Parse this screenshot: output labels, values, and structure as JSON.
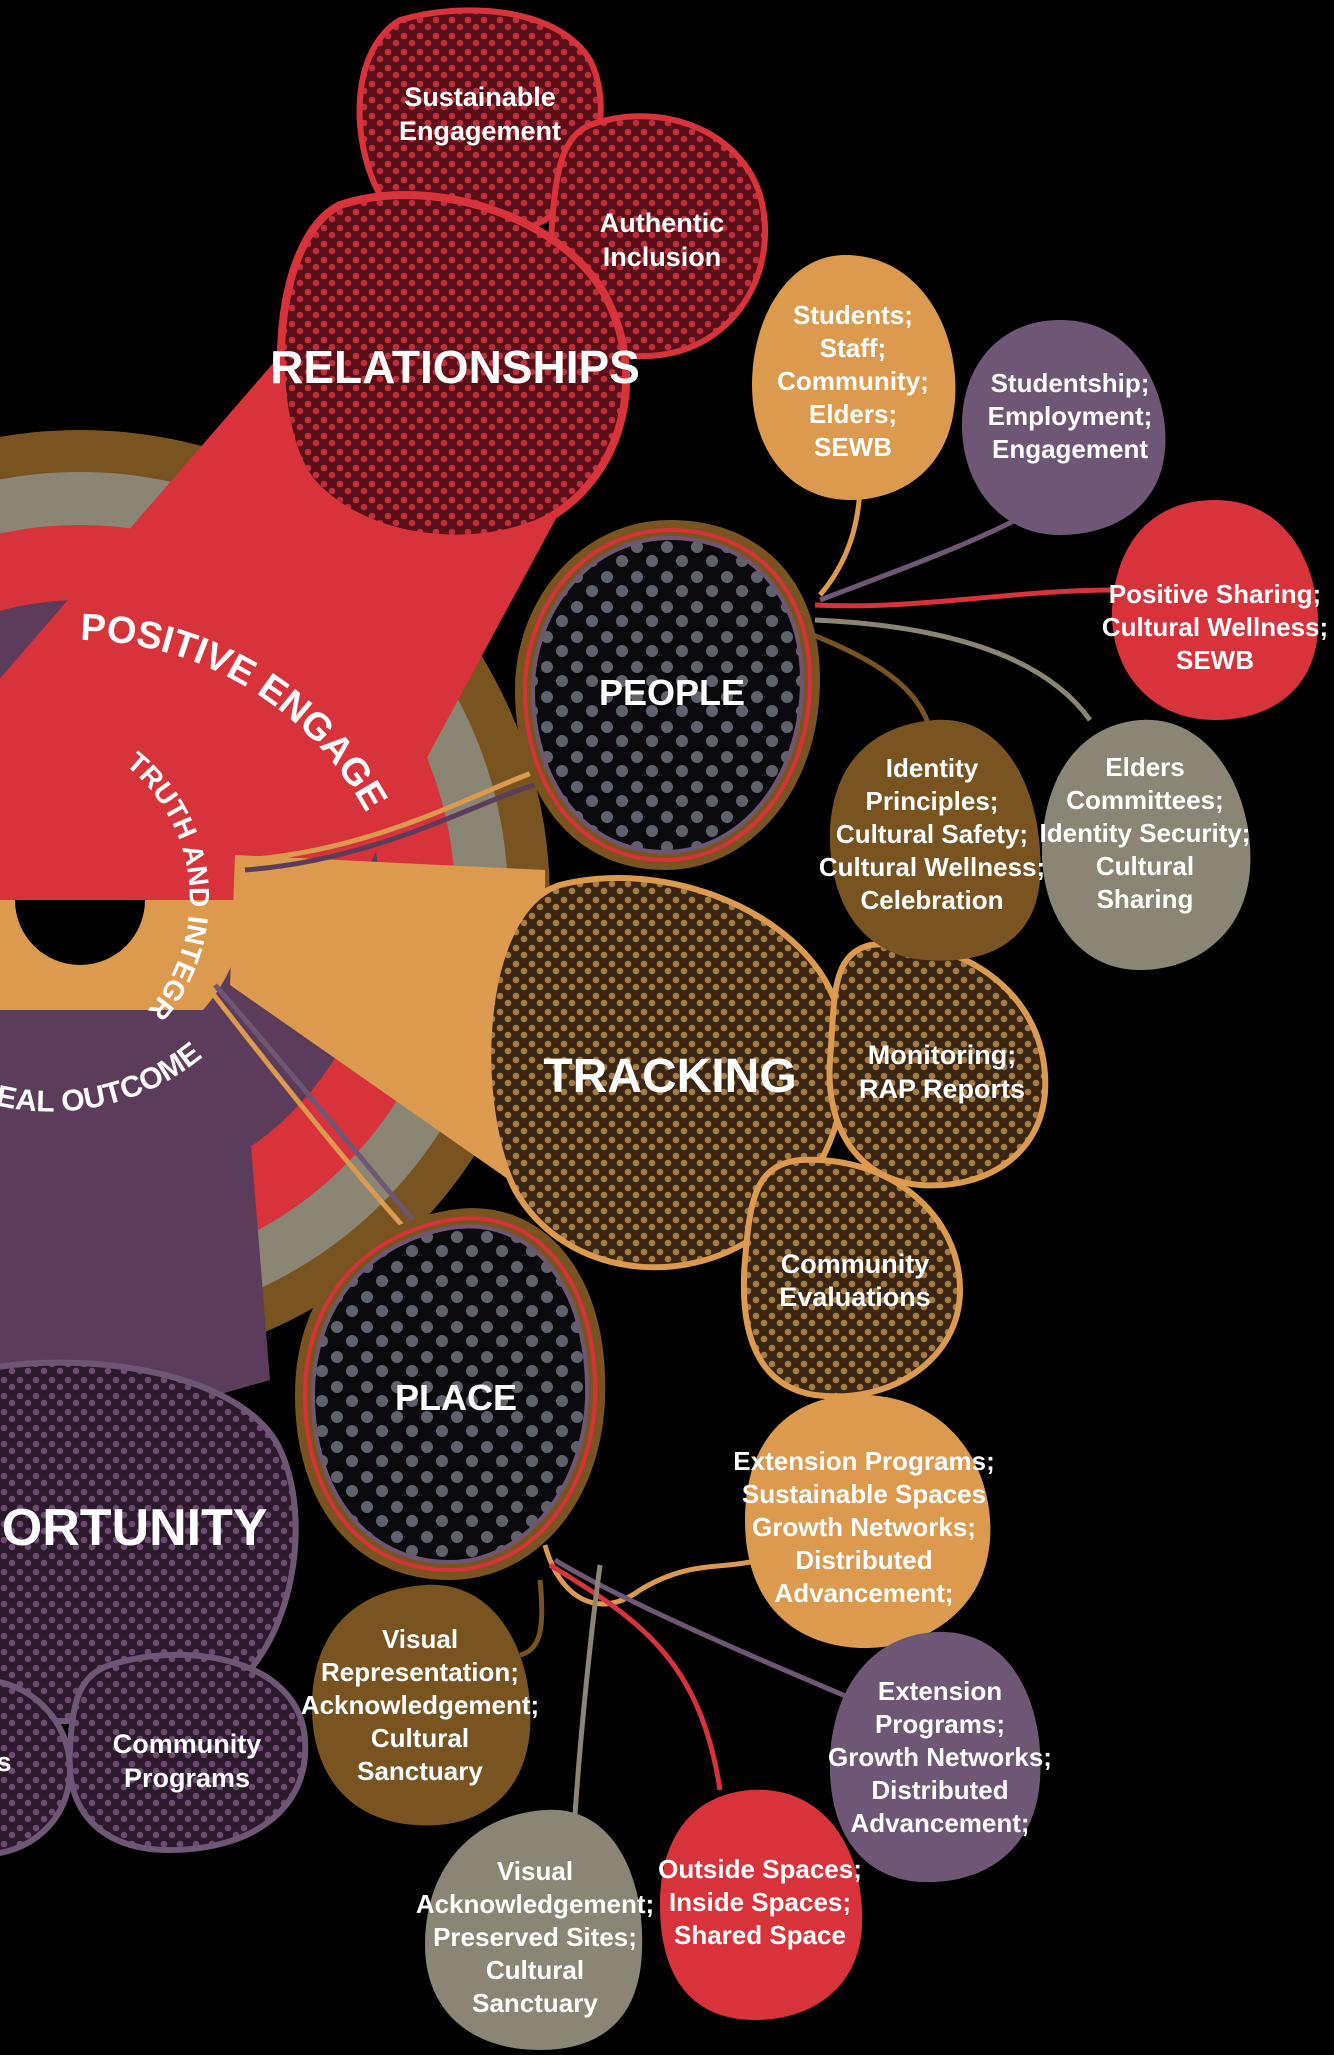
{
  "colors": {
    "background": "#000000",
    "red": "#d8323a",
    "dark_red": "#5c0f18",
    "orange": "#dc9a4f",
    "brown": "#7a5420",
    "dark_brown": "#3b2614",
    "purple": "#5b3d5b",
    "mauve": "#6e5774",
    "grey": "#8a8574",
    "dot_grey": "#6b6e76"
  },
  "core": {
    "ring_positive": "POSITIVE ENGAGEMENT",
    "ring_truth": "TRUTH AND INTEGRITY",
    "ring_outcomes": "EAL OUTCOMES"
  },
  "hubs": {
    "relationships": "RELATIONSHIPS",
    "people": "PEOPLE",
    "tracking": "TRACKING",
    "place": "PLACE",
    "opportunity": "PPORTUNITY"
  },
  "nodes": {
    "sustainable_engagement": [
      "Sustainable",
      "Engagement"
    ],
    "authentic_inclusion": [
      "Authentic",
      "Inclusion"
    ],
    "students_staff": [
      "Students;",
      "Staff;",
      "Community;",
      "Elders;",
      "SEWB"
    ],
    "studentship": [
      "Studentship;",
      "Employment;",
      "Engagement"
    ],
    "positive_sharing": [
      "Positive Sharing;",
      "Cultural Wellness;",
      "SEWB"
    ],
    "identity_principles": [
      "Identity",
      "Principles;",
      "Cultural Safety;",
      "Cultural Wellness;",
      "Celebration"
    ],
    "elders_committees": [
      "Elders",
      "Committees;",
      "Identity Security;",
      "Cultural",
      "Sharing"
    ],
    "monitoring": [
      "Monitoring;",
      "RAP Reports"
    ],
    "community_evaluations": [
      "Community",
      "Evaluations"
    ],
    "extension_orange": [
      "Extension Programs;",
      "Sustainable Spaces",
      "Growth Networks;",
      "Distributed",
      "Advancement;"
    ],
    "extension_purple": [
      "Extension",
      "Programs;",
      "Growth Networks;",
      "Distributed",
      "Advancement;"
    ],
    "outside_spaces": [
      "Outside Spaces;",
      "Inside Spaces;",
      "Shared Space"
    ],
    "visual_acknowledgement": [
      "Visual",
      "Acknowledgement;",
      "Preserved Sites;",
      "Cultural",
      "Sanctuary"
    ],
    "visual_representation": [
      "Visual",
      "Representation;",
      "Acknowledgement;",
      "Cultural",
      "Sanctuary"
    ],
    "community_programs": [
      "Community",
      "Programs"
    ],
    "partial_s": [
      "s"
    ]
  }
}
